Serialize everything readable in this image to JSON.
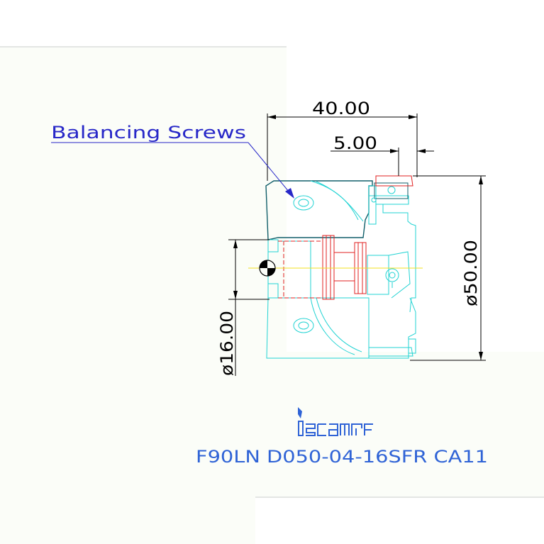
{
  "drawing": {
    "annotation_label": "Balancing Screws",
    "dimensions": {
      "overall_length": "40.00",
      "insert_offset": "5.00",
      "cutting_diameter": "ø50.00",
      "bore_diameter": "ø16.00"
    },
    "logo_text": "iscar",
    "part_number": "F90LN D050-04-16SFR CA11"
  },
  "colors": {
    "background": "#ffffff",
    "sheet": "#fbfdf8",
    "body_outline": "#22d3d3",
    "hidden_red": "#e02020",
    "dimension": "#000000",
    "annotation": "#2828c8",
    "centerline": "#f0e020",
    "logo": "#2f63d6"
  }
}
